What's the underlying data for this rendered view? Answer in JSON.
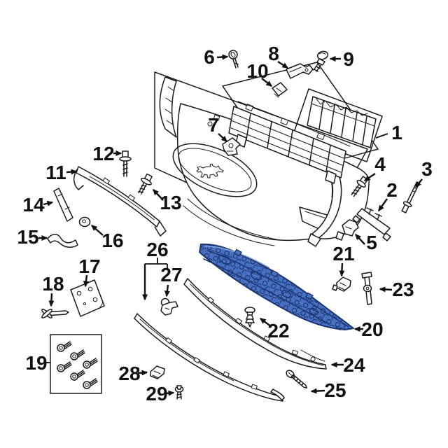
{
  "diagram": {
    "highlighted_label": "20",
    "colors": {
      "background": "#ffffff",
      "line_art": "#1a1a1a",
      "callout_text": "#111111",
      "highlight_fill": "#4a72c4",
      "highlight_outline": "#1c3570",
      "highlight_light": "#8aa7e2"
    }
  },
  "labels": [
    "1",
    "2",
    "3",
    "4",
    "5",
    "6",
    "7",
    "8",
    "9",
    "10",
    "11",
    "12",
    "13",
    "14",
    "15",
    "16",
    "17",
    "18",
    "19",
    "20",
    "21",
    "22",
    "23",
    "24",
    "25",
    "26",
    "27",
    "28",
    "29"
  ]
}
